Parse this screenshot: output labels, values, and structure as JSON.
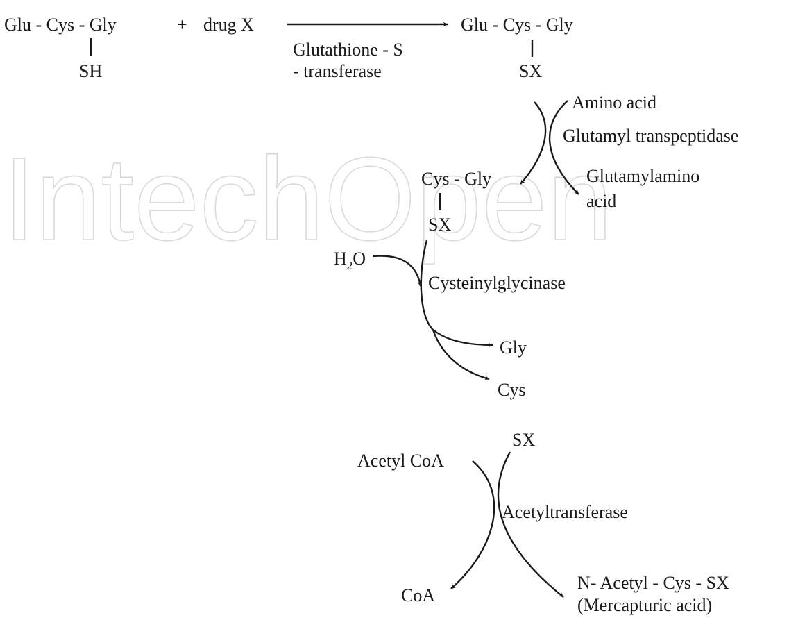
{
  "watermark": "IntechOpen",
  "step1": {
    "substrate": "Glu - Cys - Gly",
    "substrate_thiol": "SH",
    "plus": "+",
    "reagent": "drug X",
    "enzyme_line1": "Glutathione - S",
    "enzyme_line2": "- transferase",
    "product": "Glu - Cys - Gly",
    "product_group": "SX"
  },
  "step2": {
    "input": "Amino acid",
    "enzyme": "Glutamyl transpeptidase",
    "product": "Cys - Gly",
    "product_group": "SX",
    "byproduct_line1": "Glutamylamino",
    "byproduct_line2": "acid"
  },
  "step3": {
    "water_main": "H",
    "water_sub": "2",
    "water_end": "O",
    "enzyme": "Cysteinylglycinase",
    "product_gly": "Gly",
    "product_cys": "Cys"
  },
  "step4": {
    "input_group": "SX",
    "acetyl_donor": "Acetyl CoA",
    "enzyme": "Acetyltransferase",
    "coa": "CoA",
    "product_line1": "N- Acetyl - Cys - SX",
    "product_line2": "(Mercapturic acid)"
  },
  "colors": {
    "ink": "#1a1a1a",
    "watermark_outline": "#d9d9d9",
    "background": "#ffffff"
  }
}
